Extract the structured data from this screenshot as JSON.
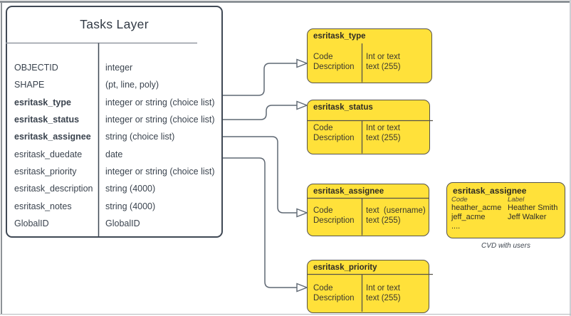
{
  "main_table": {
    "title": "Tasks Layer",
    "rows": [
      {
        "name": "OBJECTID",
        "type": "integer"
      },
      {
        "name": "SHAPE",
        "type": "(pt, line, poly)"
      },
      {
        "name": "esritask_type",
        "type": "integer or string (choice list)"
      },
      {
        "name": "esritask_status",
        "type": "integer or string (choice list)"
      },
      {
        "name": "esritask_assignee",
        "type": "string (choice list)"
      },
      {
        "name": "esritask_duedate",
        "type": "date"
      },
      {
        "name": "esritask_priority",
        "type": "integer or string (choice list)"
      },
      {
        "name": "esritask_description",
        "type": "string (4000)"
      },
      {
        "name": "esritask_notes",
        "type": "string (4000)"
      },
      {
        "name": "GlobalID",
        "type": "GlobalID"
      }
    ]
  },
  "domain_boxes": [
    {
      "title": "esritask_type",
      "col1": [
        "Code",
        "Description"
      ],
      "col2": [
        "Int or text",
        "text (255)"
      ]
    },
    {
      "title": "esritask_status",
      "col1": [
        "Code",
        "Description"
      ],
      "col2": [
        "Int or text",
        "text (255)"
      ]
    },
    {
      "title": "esritask_assignee",
      "col1": [
        "Code",
        "Description"
      ],
      "col2": [
        "text  (username)",
        "text (255)"
      ]
    },
    {
      "title": "esritask_priority",
      "col1": [
        "Code",
        "Description"
      ],
      "col2": [
        "Int or text",
        "text (255)"
      ]
    }
  ],
  "cvd_box": {
    "title": "esritask_assignee",
    "col_headers": [
      "Code",
      "Label"
    ],
    "rows": [
      [
        "heather_acme",
        "Heather Smith"
      ],
      [
        "jeff_acme",
        "Jeff Walker"
      ],
      [
        "....",
        ""
      ]
    ],
    "caption": "CVD with users"
  },
  "colors": {
    "domain_box_fill": "#FFE13A",
    "domain_box_stroke": "#56534A",
    "table_stroke": "#3F4854",
    "table_title_divider": "#9298A1",
    "connector": "#5F6873",
    "text": "#3A434E"
  }
}
